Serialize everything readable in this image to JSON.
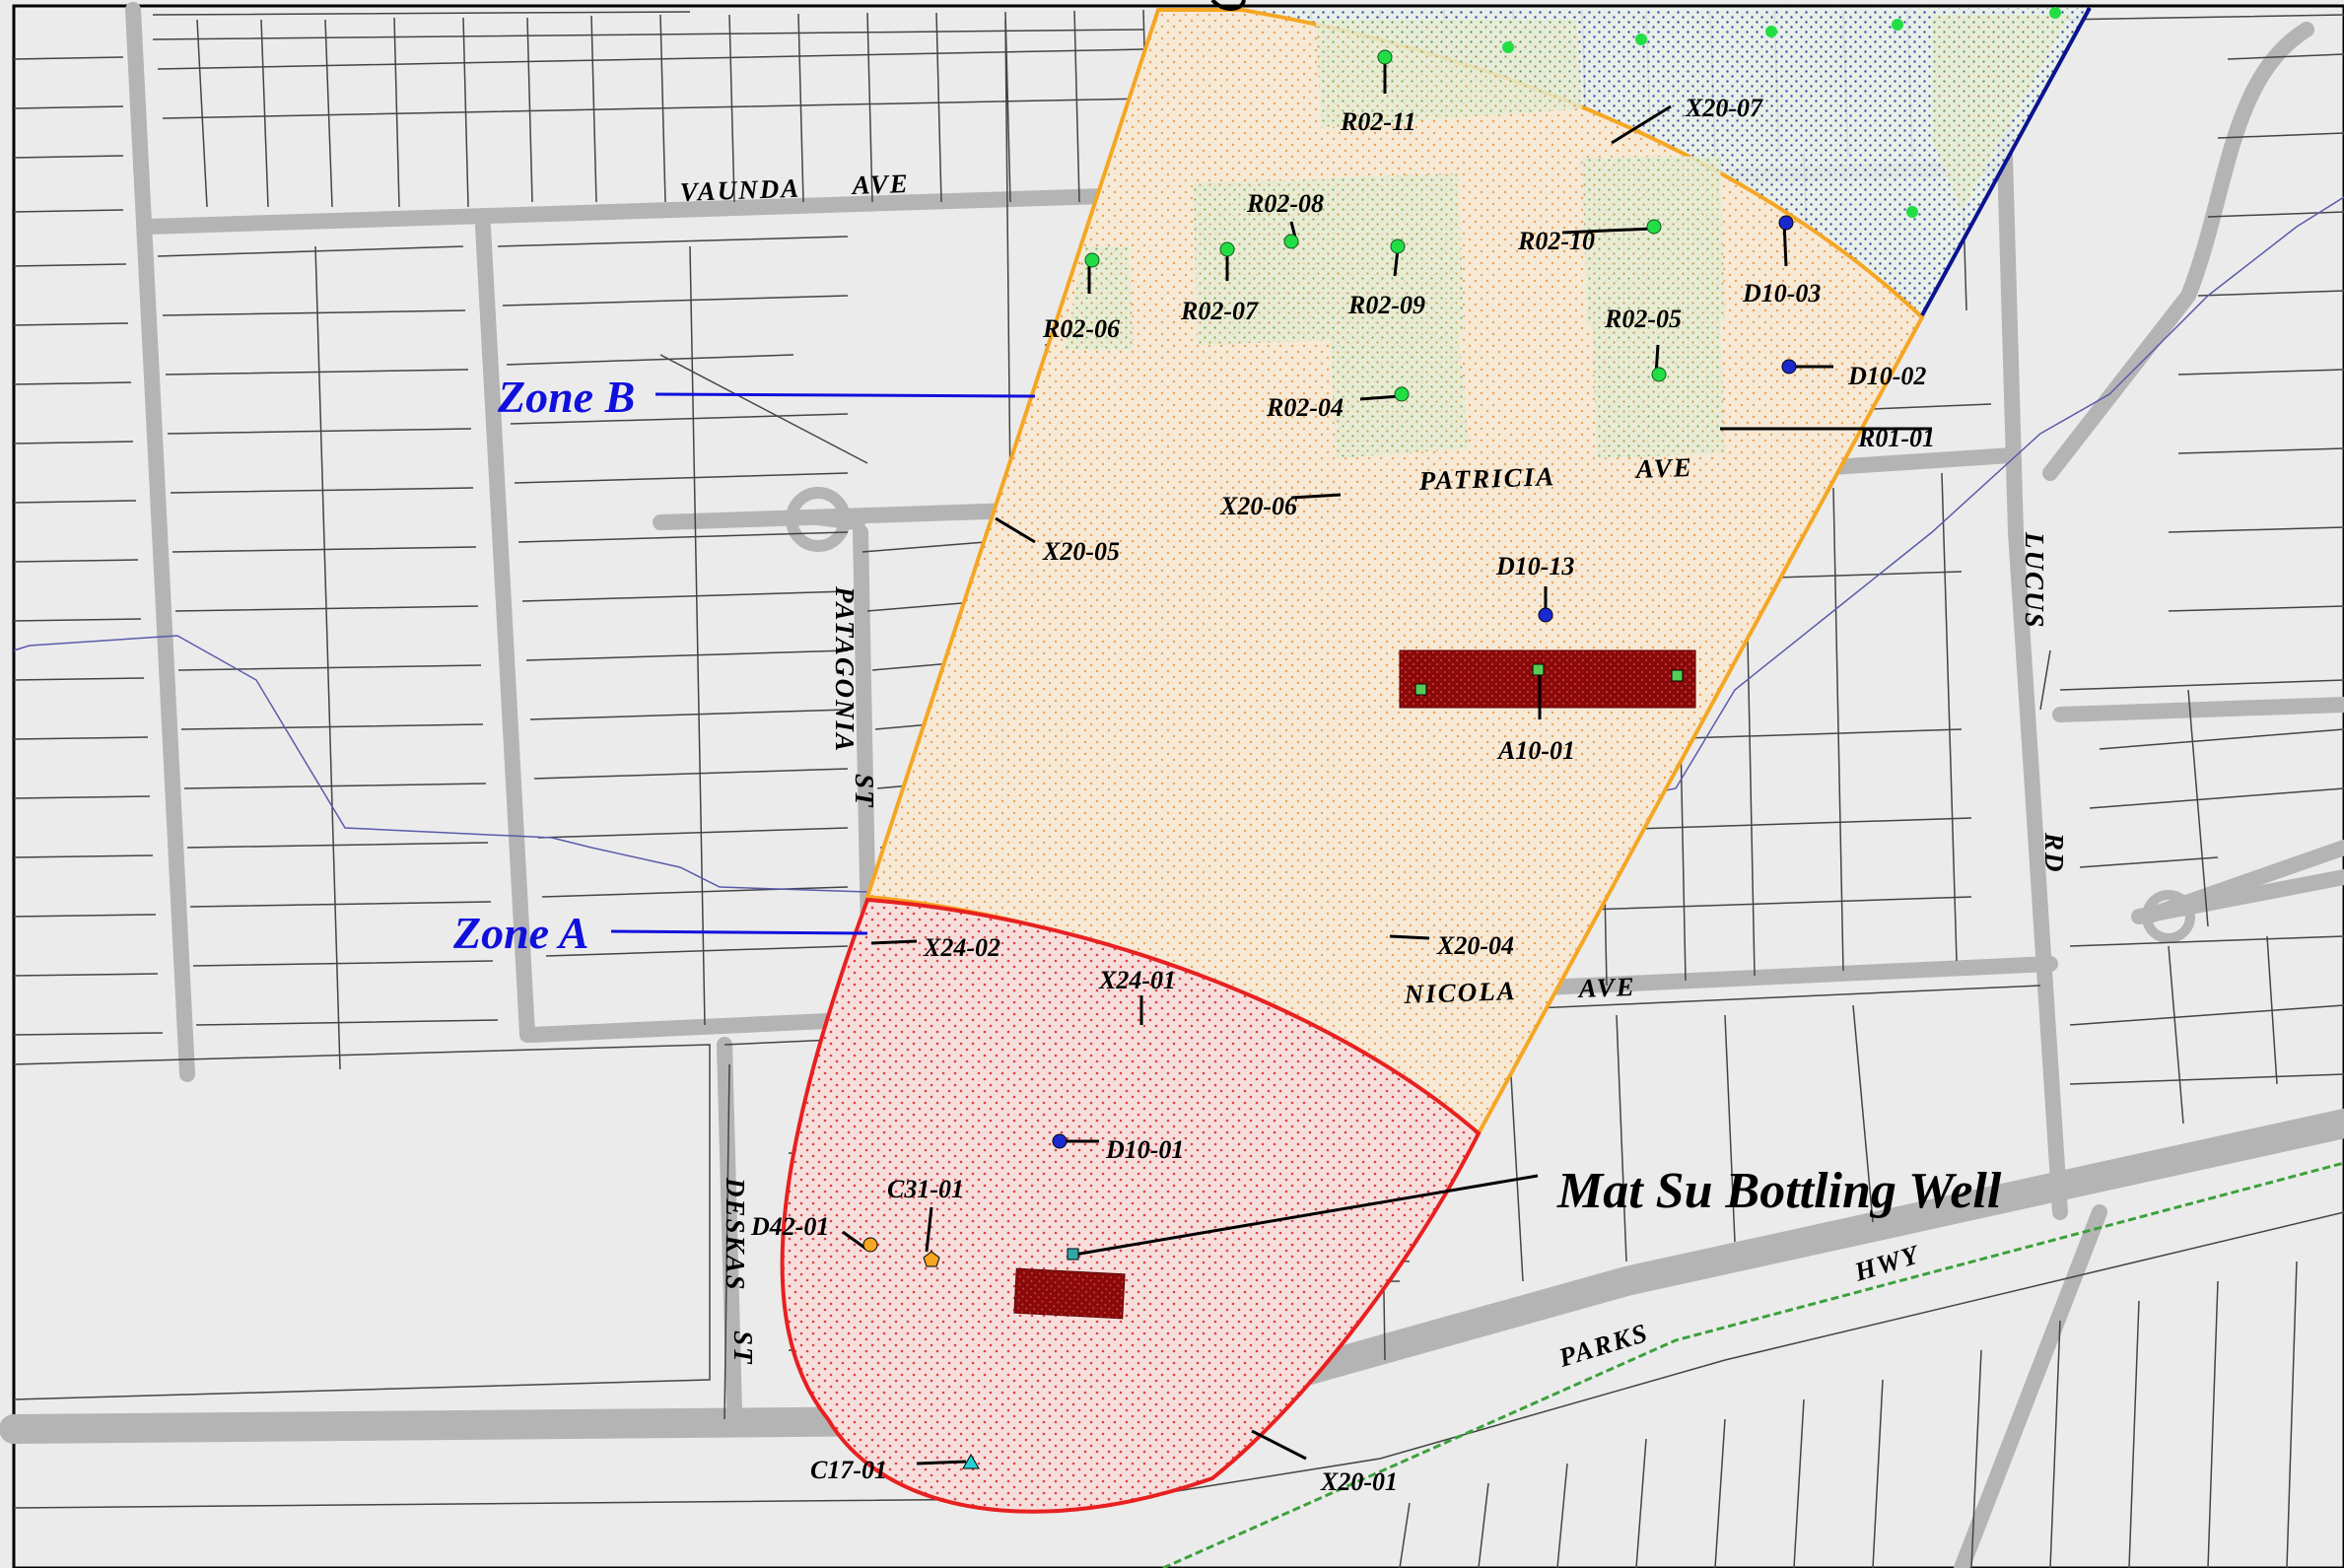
{
  "map": {
    "background": "#ebebeb",
    "colors": {
      "zone_a": "#e82020",
      "zone_b": "#f5a623",
      "zone_c": "#0a1490",
      "zone_label": "#1010dd",
      "road": "#b4b4b4",
      "parcel": "#444444",
      "stream": "#5a5aaa",
      "rail": "#3ca03c",
      "building": "#8a0a0a"
    },
    "streets": {
      "vaunda": [
        "VAUNDA",
        "AVE"
      ],
      "patricia": [
        "PATRICIA",
        "AVE"
      ],
      "nicola": [
        "NICOLA",
        "AVE"
      ],
      "patagonia": [
        "PATAGONIA",
        "ST"
      ],
      "deskas": [
        "DESKAS",
        "ST"
      ],
      "lucus": [
        "LUCUS",
        "RD"
      ],
      "parks": [
        "PARKS",
        "HWY"
      ]
    },
    "zones": {
      "zone_a": "Zone A",
      "zone_b": "Zone B"
    },
    "feature_title": "Mat Su Bottling Well",
    "sites": {
      "r02_11": "R02-11",
      "x20_07": "X20-07",
      "r02_08": "R02-08",
      "r02_10": "R02-10",
      "d10_03": "D10-03",
      "r02_06": "R02-06",
      "r02_07": "R02-07",
      "r02_09": "R02-09",
      "r02_05": "R02-05",
      "d10_02": "D10-02",
      "r02_04": "R02-04",
      "r01_01": "R01-01",
      "x20_06": "X20-06",
      "x20_05": "X20-05",
      "d10_13": "D10-13",
      "a10_01": "A10-01",
      "x20_04": "X20-04",
      "x24_02": "X24-02",
      "x24_01": "X24-01",
      "d10_01": "D10-01",
      "c31_01": "C31-01",
      "d42_01": "D42-01",
      "c17_01": "C17-01",
      "x20_01": "X20-01"
    },
    "icons": {
      "r_site": "green-dot-icon",
      "d_site": "blue-dot-icon",
      "d42": "orange-circle-icon",
      "c31": "orange-pentagon-icon",
      "c17": "cyan-triangle-icon",
      "a10": "green-square-icon",
      "well": "teal-square-icon"
    }
  }
}
